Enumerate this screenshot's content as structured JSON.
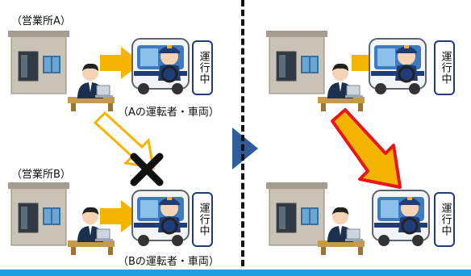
{
  "labels": {
    "office_a": "（営業所A）",
    "office_b": "（営業所B）",
    "a_driver_vehicle": "（Aの運転者・車両）",
    "b_driver_vehicle": "（Bの運転者・車両）"
  },
  "status_text": "運行中",
  "colors": {
    "arrow_fill": "#f5b400",
    "arrow_outline_red": "#e8161b",
    "play_triangle": "#2e5d9c",
    "status_border": "#1f3c78",
    "building_wall": "#c9c2b6",
    "bottom_rule": "#1e9fe0"
  },
  "icons": {
    "cross": "x-mark-icon",
    "play": "play-triangle-icon"
  }
}
